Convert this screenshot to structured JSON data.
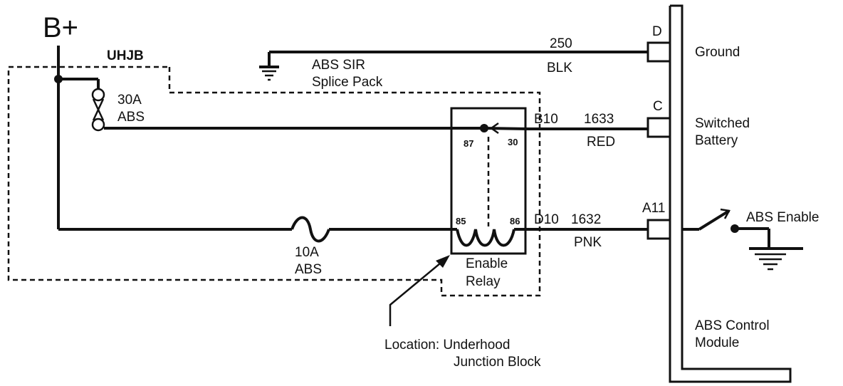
{
  "power": {
    "label": "B+"
  },
  "junction_block": {
    "label": "UHJB"
  },
  "ground_splice": {
    "line1": "ABS SIR",
    "line2": "Splice Pack"
  },
  "fuse_30a": {
    "rating": "30A",
    "name": "ABS"
  },
  "fuse_10a": {
    "rating": "10A",
    "name": "ABS"
  },
  "relay": {
    "name_line1": "Enable",
    "name_line2": "Relay",
    "pin87": "87",
    "pin30": "30",
    "pin85": "85",
    "pin86": "86"
  },
  "location_note": {
    "line1": "Location:  Underhood",
    "line2": "Junction Block"
  },
  "connectors": {
    "b10": "B10",
    "d10": "D10"
  },
  "circuits": {
    "ground": {
      "number": "250",
      "color": "BLK"
    },
    "battery": {
      "number": "1633",
      "color": "RED"
    },
    "enable": {
      "number": "1632",
      "color": "PNK"
    }
  },
  "module": {
    "pin_d": "D",
    "pin_c": "C",
    "pin_a11": "A11",
    "ground_label": "Ground",
    "battery_label_line1": "Switched",
    "battery_label_line2": "Battery",
    "enable_label": "ABS Enable",
    "name_line1": "ABS Control",
    "name_line2": "Module"
  }
}
